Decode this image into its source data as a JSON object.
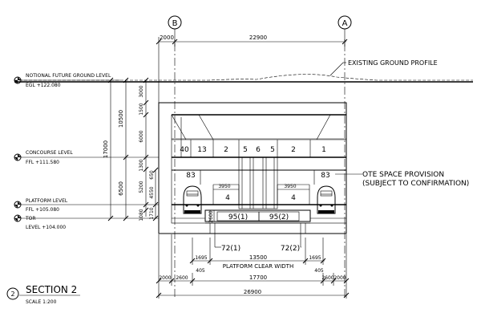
{
  "grid_b": "B",
  "grid_a": "A",
  "top_dims": [
    "2000",
    "22900"
  ],
  "existing_ground": "EXISTING GROUND PROFILE",
  "levels": {
    "nfgl_title": "NOTIONAL FUTURE GROUND LEVEL",
    "nfgl_value": "EGL +122.080",
    "concourse_title": "CONCOURSE LEVEL",
    "concourse_value": "FFL +111.580",
    "platform_title": "PLATFORM LEVEL",
    "platform_value": "FFL +105.080",
    "tor_title": "TOR",
    "tor_value": "LEVEL +104.000"
  },
  "left_dims": {
    "total": "17000",
    "upper": "10500",
    "lower": "6500",
    "d3000": "3000",
    "d1500": "1500",
    "d6000": "6000",
    "d1300": "1300",
    "d5200": "5200",
    "d4550": "4550",
    "d650": "650",
    "d1080": "1080",
    "d1710": "1710"
  },
  "rooms": {
    "r40": "40",
    "r13": "13",
    "r2a": "2",
    "r5a": "5",
    "r6": "6",
    "r5b": "5",
    "r2b": "2",
    "r1": "1",
    "r83a": "83",
    "r83b": "83",
    "r4a": "4",
    "r4b": "4",
    "r95a": "95(1)",
    "r95b": "95(2)",
    "r72a": "72(1)",
    "r72b": "72(2)"
  },
  "inner_dims": {
    "d3950a": "3950",
    "d3950b": "3950",
    "d2600": "2600"
  },
  "ote_line1": "OTE SPACE PROVISION",
  "ote_line2": "(SUBJECT TO CONFIRMATION)",
  "bottom_dims": {
    "d1695a": "1695",
    "d13500": "13500",
    "d1695b": "1695",
    "d405a": "405",
    "d405b": "405",
    "clear_width": "PLATFORM CLEAR WIDTH",
    "d2000a": "2000",
    "d2600a": "2600",
    "d17700": "17700",
    "d2600b": "2600",
    "d2000b": "2000",
    "d26900": "26900"
  },
  "section_number": "2",
  "section_title": "SECTION 2",
  "scale": "SCALE 1:200"
}
